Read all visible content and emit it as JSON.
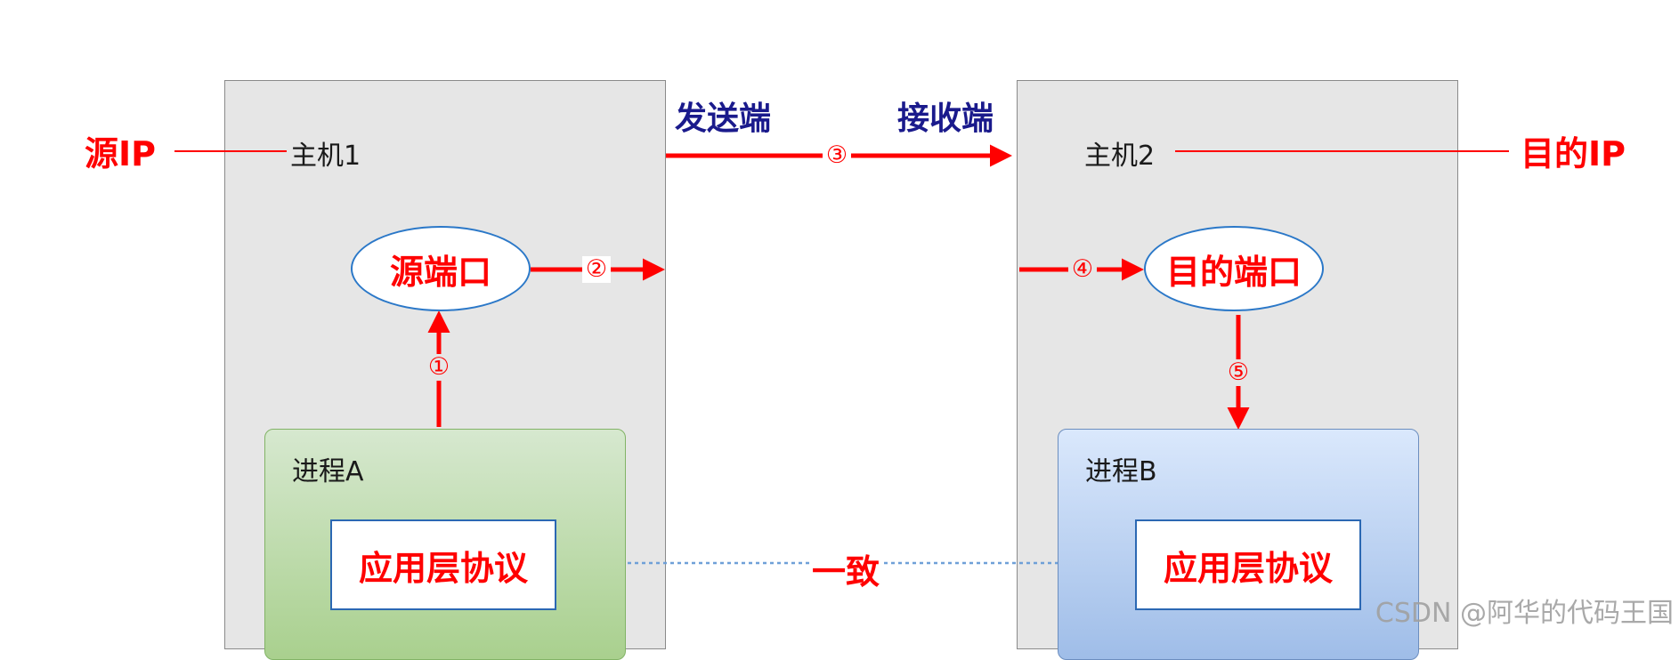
{
  "left": {
    "ip_label": "源IP",
    "host_label": "主机1",
    "end_label": "发送端",
    "port_label": "源端口",
    "process_label": "进程A",
    "protocol_label": "应用层协议"
  },
  "right": {
    "ip_label": "目的IP",
    "host_label": "主机2",
    "end_label": "接收端",
    "port_label": "目的端口",
    "process_label": "进程B",
    "protocol_label": "应用层协议"
  },
  "steps": [
    "①",
    "②",
    "③",
    "④",
    "⑤"
  ],
  "link_label": "一致",
  "watermark": "CSDN @阿华的代码王国",
  "colors": {
    "arrow": "#ff0000",
    "host_bg": "#e6e6e6",
    "process_a": "#b8dba0",
    "process_b": "#a9c6ee",
    "ellipse_border": "#2b78c8",
    "end_label": "#1a1a8c",
    "dotted_link": "#6fa0d8"
  }
}
